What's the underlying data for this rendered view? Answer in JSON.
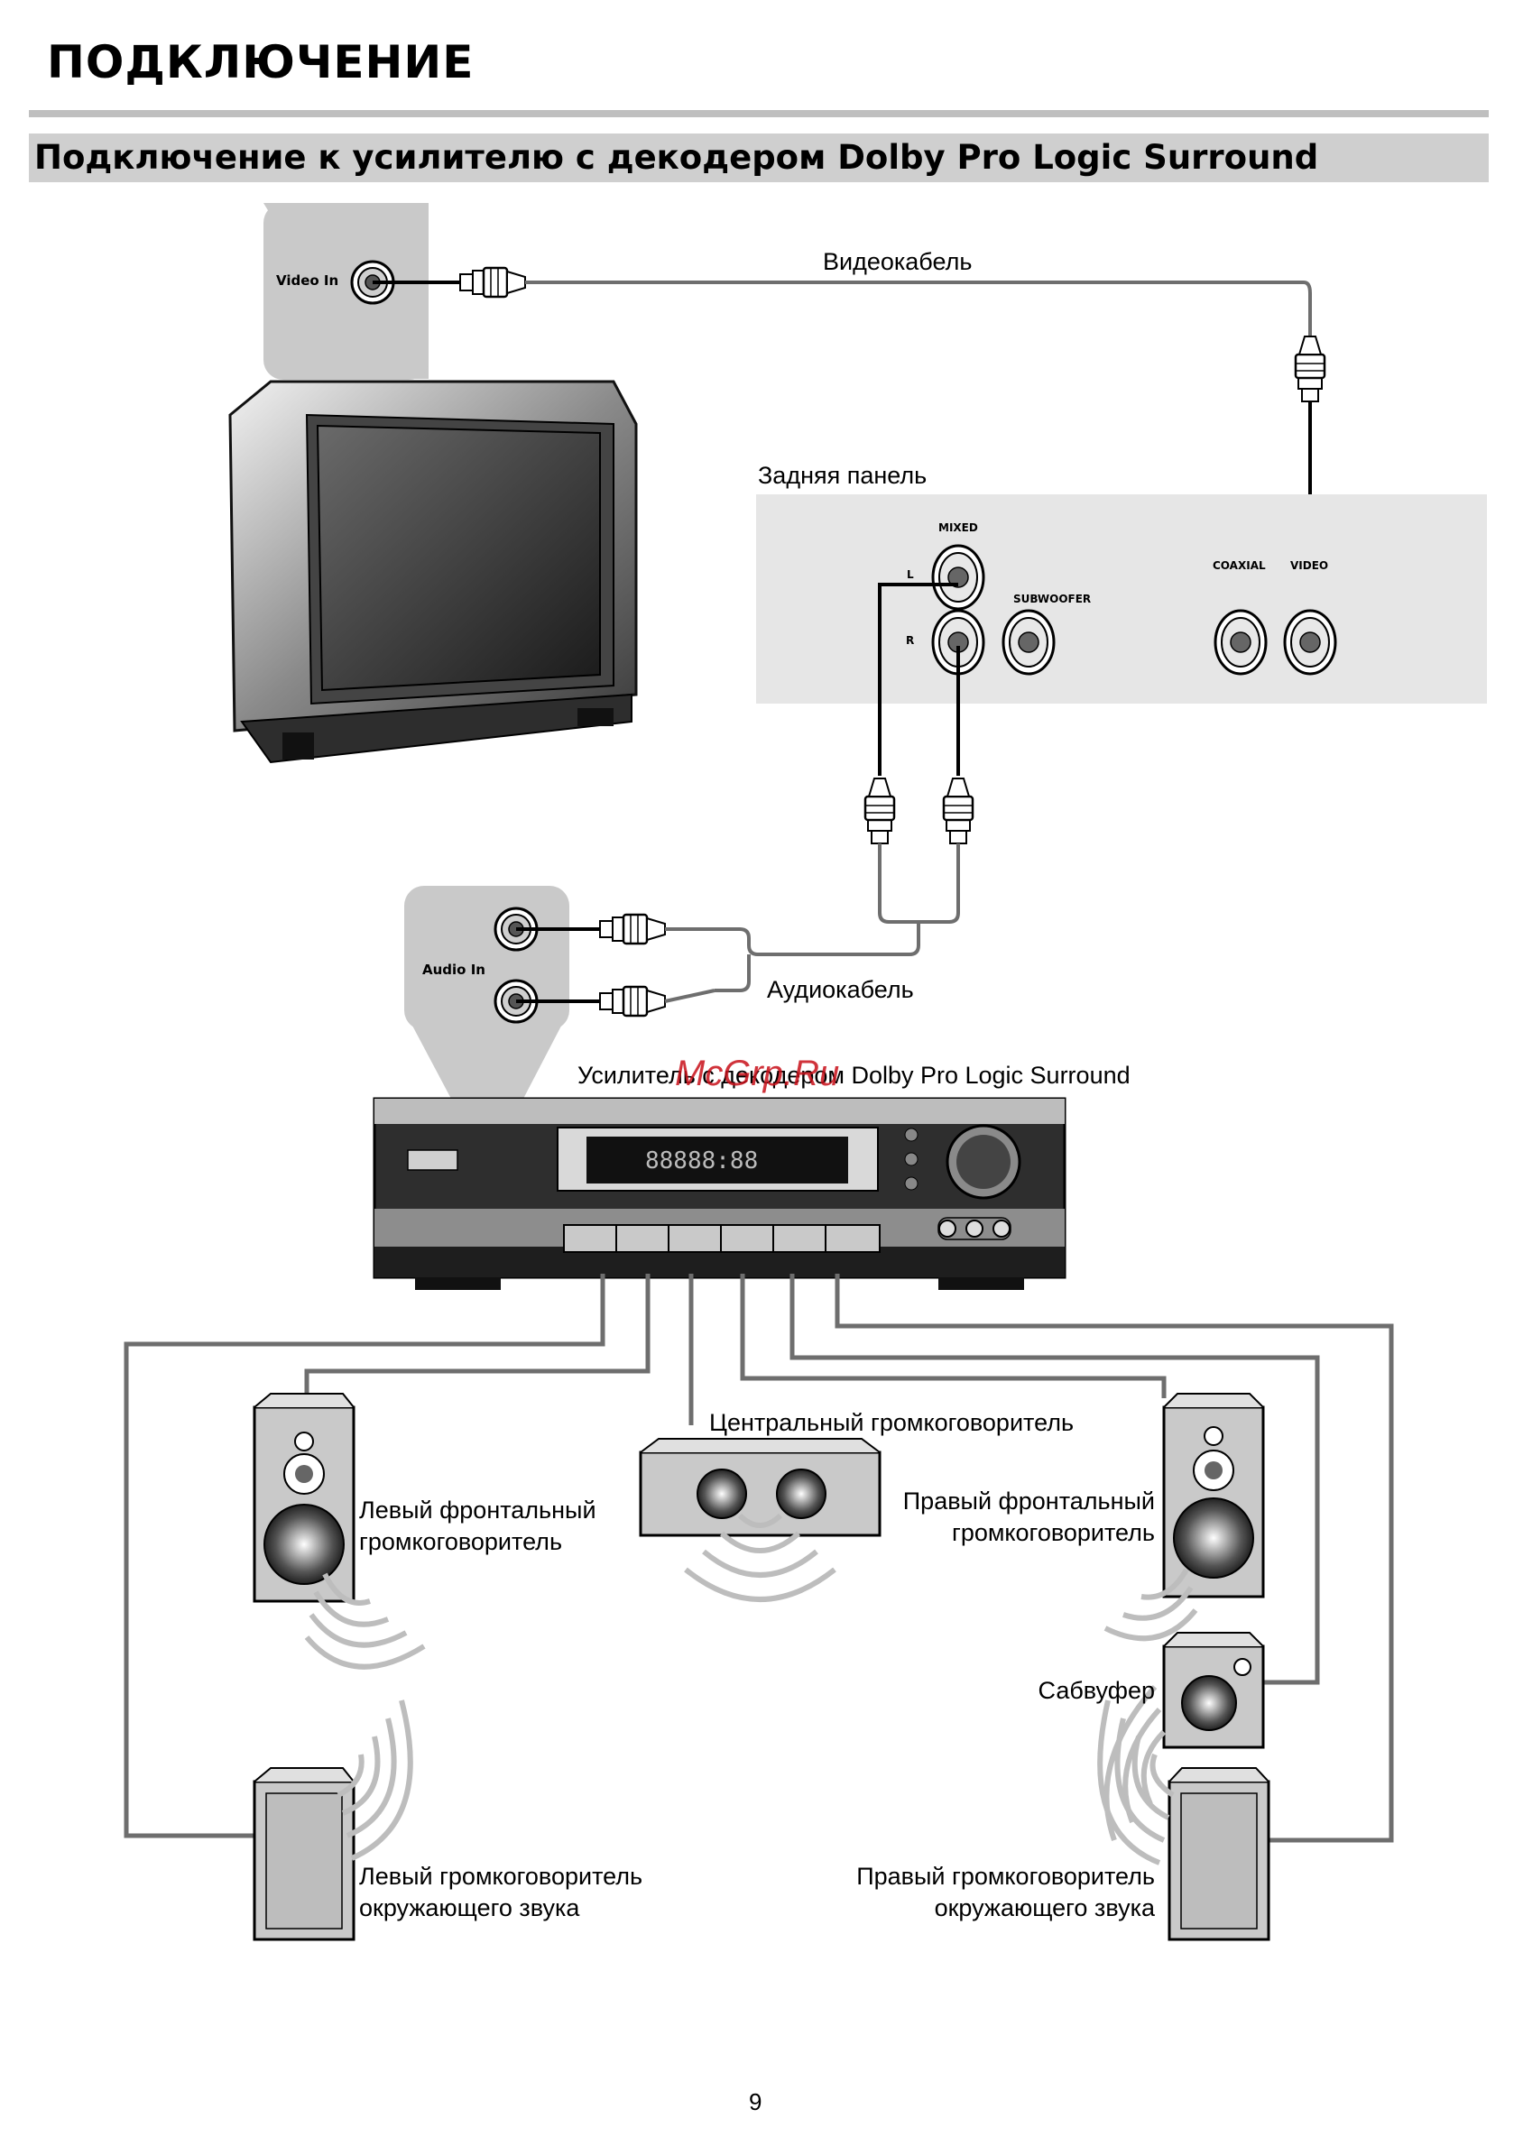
{
  "page": {
    "title": "ПОДКЛЮЧЕНИЕ",
    "subtitle": "Подключение к усилителю с декодером Dolby Pro Logic Surround",
    "page_number": "9",
    "watermark": "McGrp.Ru"
  },
  "diagram": {
    "tv": {
      "video_in_label": "Video In"
    },
    "video_cable_label": "Видеокабель",
    "rear_panel": {
      "label": "Задняя панель",
      "mixed": "MIXED",
      "l": "L",
      "r": "R",
      "subwoofer": "SUBWOOFER",
      "coaxial": "COAXIAL",
      "video": "VIDEO"
    },
    "amplifier": {
      "audio_in_label": "Audio In",
      "audio_cable_label": "Аудиокабель",
      "label": "Усилитель с декодером Dolby Pro Logic Surround",
      "display_text": "88888:88"
    },
    "speakers": {
      "front_left": [
        "Левый фронтальный",
        "громкоговоритель"
      ],
      "center": "Центральный громкоговоритель",
      "front_right": [
        "Правый фронтальный",
        "громкоговоритель"
      ],
      "subwoofer": "Сабвуфер",
      "surround_left": [
        "Левый громкоговоритель",
        "окружающего звука"
      ],
      "surround_right": [
        "Правый громкоговоритель",
        "окружающего звука"
      ]
    }
  },
  "colors": {
    "wire": "#6e6e6e",
    "panel": "#e6e6e6",
    "tab": "#c9c9c9",
    "header_bar": "#cfcfcf"
  }
}
